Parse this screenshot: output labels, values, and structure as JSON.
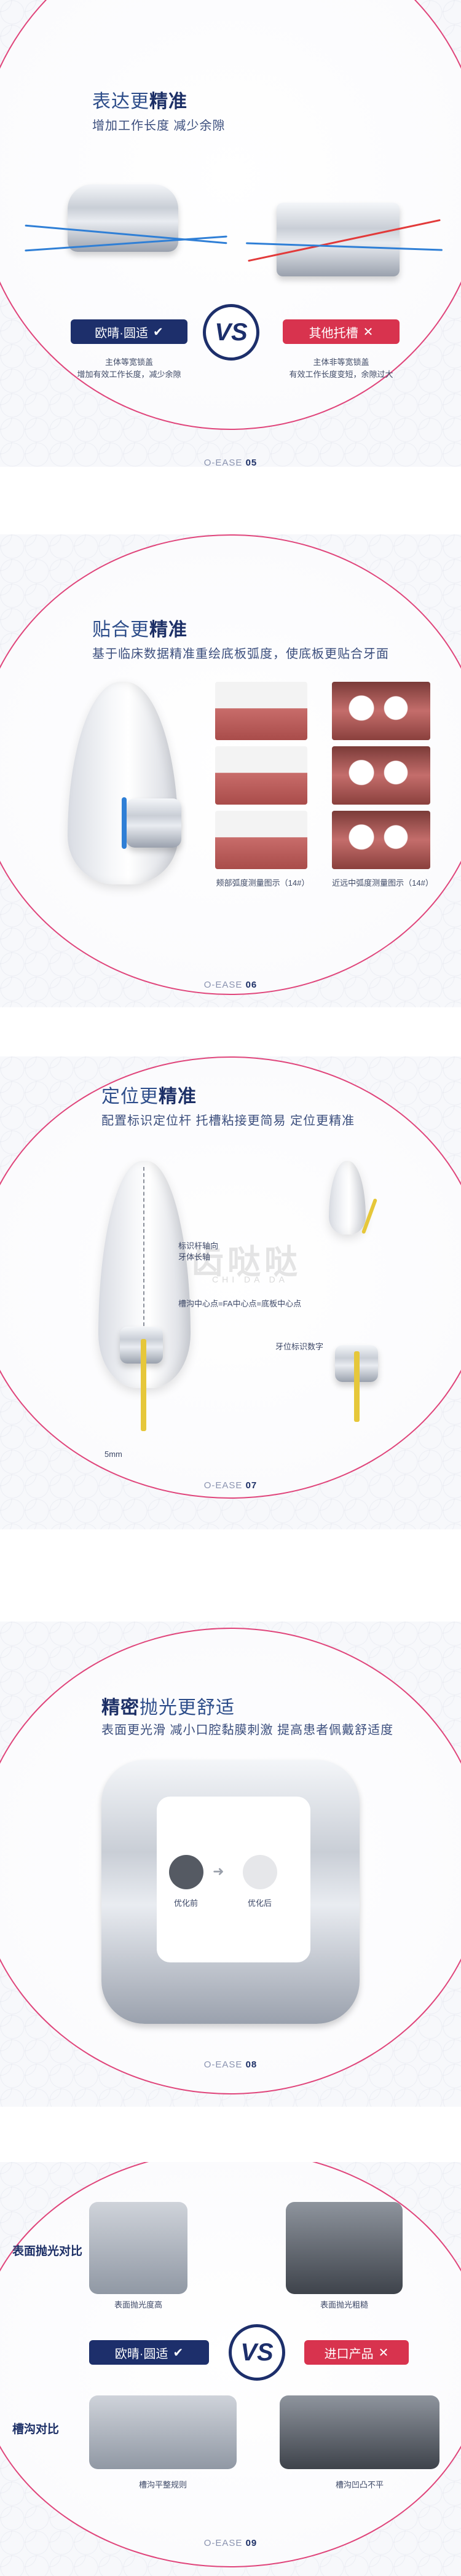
{
  "s1": {
    "title_light": "表达更",
    "title_bold": "精准",
    "subtitle": "增加工作长度 减少余隙",
    "left_tag": "欧晴·圆适",
    "right_tag": "其他托槽",
    "left_caption_1": "主体等宽锁盖",
    "left_caption_2": "增加有效工作长度，减少余隙",
    "right_caption_1": "主体非等宽锁盖",
    "right_caption_2": "有效工作长度变短，余隙过大",
    "vs": "VS",
    "footer_prefix": "O-EASE",
    "footer_num": "05"
  },
  "s2": {
    "title_light": "贴合更",
    "title_bold": "精准",
    "subtitle": "基于临床数据精准重绘底板弧度，使底板更贴合牙面",
    "caption_left": "颊部弧度测量图示（14#）",
    "caption_right": "近远中弧度测量图示（14#）",
    "footer_prefix": "O-EASE",
    "footer_num": "06"
  },
  "s3": {
    "title_light": "定位更",
    "title_bold": "精准",
    "subtitle": "配置标识定位杆 托槽粘接更简易 定位更精准",
    "label_axis": "标识杆轴向\n牙体长轴",
    "label_center": "槽沟中心点=FA中心点=底板中心点",
    "label_tooth_id": "牙位标识数字",
    "label_mm": "5mm",
    "watermark": "齿哒哒",
    "watermark_sub": "CHI DA DA",
    "footer_prefix": "O-EASE",
    "footer_num": "07"
  },
  "s4": {
    "title_bold": "精密",
    "title_light": "抛光更舒适",
    "subtitle": "表面更光滑 减小口腔黏膜刺激 提高患者佩戴舒适度",
    "before_label": "优化前",
    "after_label": "优化后",
    "footer_prefix": "O-EASE",
    "footer_num": "08"
  },
  "s5": {
    "row1_label": "表面抛光对比",
    "row1_left_caption": "表面抛光度高",
    "row1_right_caption": "表面抛光粗糙",
    "left_tag": "欧晴·圆适",
    "right_tag": "进口产品",
    "vs": "VS",
    "row2_label": "槽沟对比",
    "row2_left_caption": "槽沟平整规则",
    "row2_right_caption": "槽沟凹凸不平",
    "footer_prefix": "O-EASE",
    "footer_num": "09"
  },
  "colors": {
    "navy": "#1d2f6b",
    "magenta_ring": "#e0457b",
    "red_tag": "#d8334e",
    "blue_line": "#2f7fd6",
    "red_line": "#e23a3a",
    "yellow_bar": "#e6c73a"
  }
}
